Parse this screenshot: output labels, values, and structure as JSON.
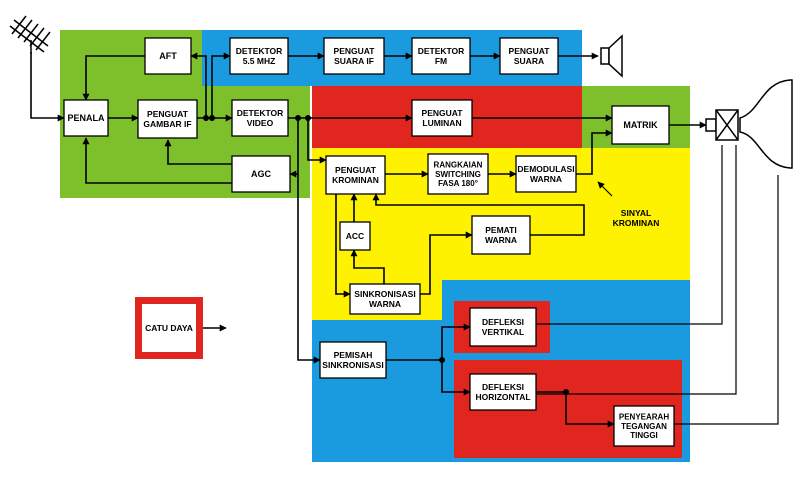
{
  "colors": {
    "green": "#7ec02c",
    "blue": "#1a9be0",
    "red": "#e0261f",
    "yellow": "#fff200",
    "white": "#ffffff",
    "line": "#000000"
  },
  "blocks": {
    "penala": [
      "PENALA"
    ],
    "aft": [
      "AFT"
    ],
    "penguat_gambar_if": [
      "PENGUAT",
      "GAMBAR IF"
    ],
    "detektor_55": [
      "DETEKTOR",
      "5.5 MHZ"
    ],
    "penguat_suara_if": [
      "PENGUAT",
      "SUARA IF"
    ],
    "detektor_fm": [
      "DETEKTOR",
      "FM"
    ],
    "penguat_suara": [
      "PENGUAT",
      "SUARA"
    ],
    "detektor_video": [
      "DETEKTOR",
      "VIDEO"
    ],
    "penguat_luminan": [
      "PENGUAT",
      "LUMINAN"
    ],
    "matrik": [
      "MATRIK"
    ],
    "agc": [
      "AGC"
    ],
    "penguat_krominan": [
      "PENGUAT",
      "KROMINAN"
    ],
    "rangkaian_switching": [
      "RANGKAIAN",
      "SWITCHING",
      "FASA 180°"
    ],
    "demodulasi_warna": [
      "DEMODULASI",
      "WARNA"
    ],
    "acc": [
      "ACC"
    ],
    "pemati_warna": [
      "PEMATI",
      "WARNA"
    ],
    "sinkronisasi_warna": [
      "SINKRONISASI",
      "WARNA"
    ],
    "catu_daya": [
      "CATU DAYA"
    ],
    "pemisah_sinkronisasi": [
      "PEMISAH",
      "SINKRONISASI"
    ],
    "defleksi_vertikal": [
      "DEFLEKSI",
      "VERTIKAL"
    ],
    "defleksi_horizontal": [
      "DEFLEKSI",
      "HORIZONTAL"
    ],
    "penyearah_tegangan_tinggi": [
      "PENYEARAH",
      "TEGANGAN",
      "TINGGI"
    ]
  },
  "annotations": {
    "sinyal_krominan": [
      "SINYAL",
      "KROMINAN"
    ]
  },
  "icons": {
    "antenna": "antenna-icon",
    "speaker": "speaker-icon",
    "crt": "picture-tube-icon"
  }
}
